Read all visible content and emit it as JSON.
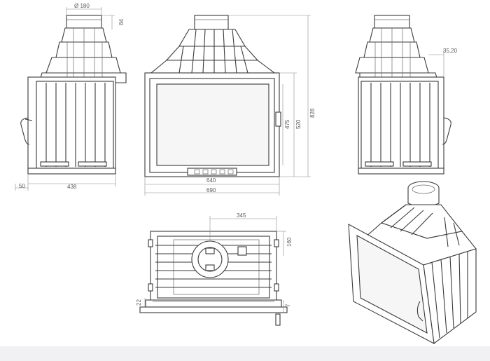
{
  "dimensions": {
    "front": {
      "inner_width": "640",
      "outer_width": "690",
      "glass_height": "475",
      "door_height": "520",
      "total_height": "828"
    },
    "side_left": {
      "flue_diameter": "Ø 180",
      "flue_height": "84",
      "depth": "438",
      "offset": "50"
    },
    "side_right": {
      "offset": "35,20"
    },
    "top_view": {
      "flue_offset": "345",
      "flue_depth": "160",
      "lip": "22",
      "small": "7"
    }
  }
}
